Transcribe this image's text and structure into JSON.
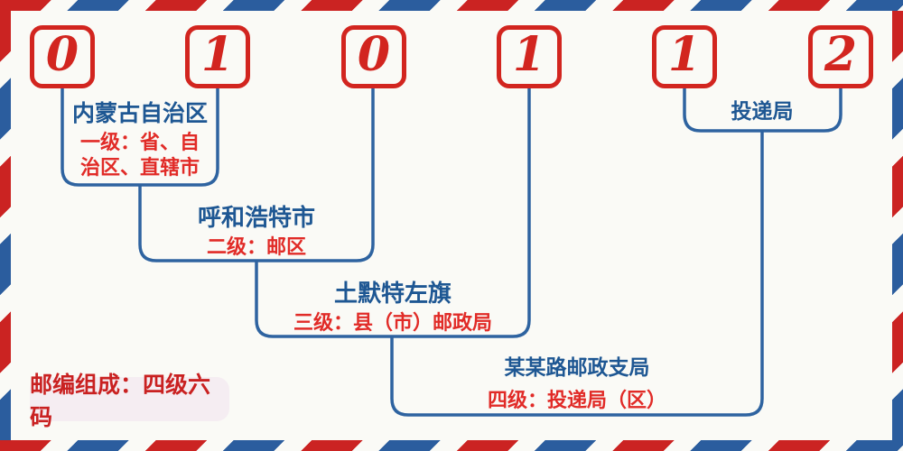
{
  "postal_code": {
    "digits": [
      "0",
      "1",
      "0",
      "1",
      "1",
      "2"
    ]
  },
  "levels": [
    {
      "name": "内蒙古自治区",
      "desc": "一级：省、自治区、直辖市"
    },
    {
      "name": "呼和浩特市",
      "desc": "二级：邮区"
    },
    {
      "name": "土默特左旗",
      "desc": "三级：县（市）邮政局"
    },
    {
      "name": "某某路邮政支局",
      "desc": "四级：投递局（区）"
    }
  ],
  "delivery_office_label": "投递局",
  "footer": {
    "composition_note": "邮编组成：四级六码"
  },
  "colors": {
    "stripe_red": "#cb2322",
    "stripe_blue": "#2b5d9e",
    "digit_red": "#d2251f",
    "line_blue": "#2e63a0",
    "heading_blue": "#1e5793",
    "desc_red": "#e12b27",
    "badge_bg": "#f5edf2",
    "envelope_bg": "#fafaf6"
  }
}
